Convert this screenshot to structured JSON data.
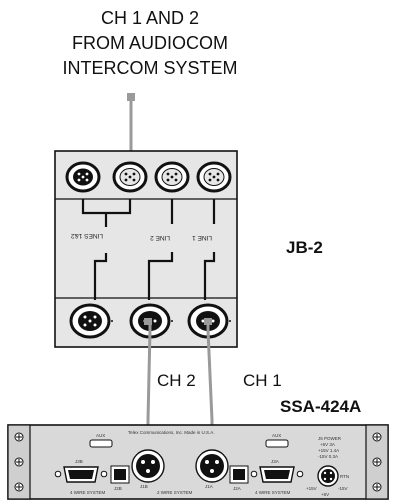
{
  "caption": {
    "line1": "CH 1 AND 2",
    "line2": "FROM AUDIOCOM",
    "line3": "INTERCOM SYSTEM"
  },
  "junction_box": {
    "name": "JB-2",
    "lines": [
      "LINES 1&2",
      "LINE 2",
      "LINE 1"
    ]
  },
  "cables": {
    "left": "CH 2",
    "right": "CH 1"
  },
  "panel": {
    "name": "SSA-424A",
    "manufacturer": "Telex Communications, Inc.    Made in U.S.A.",
    "aux_left": "AUX",
    "aux_right": "AUX",
    "j3b": "J3B",
    "j2b": "J2B",
    "j1b": "J1B",
    "j1a": "J1A",
    "j2a": "J2A",
    "j3a": "J3A",
    "four_wire": "4 WIRE SYSTEM",
    "two_wire": "2 WIRE SYSTEM",
    "power_title": "J5 POWER",
    "power_line1": "+6V  3A",
    "power_line2": "+15V  1.4A",
    "power_line3": "-15V  0.3A",
    "pin_plus15": "+15V",
    "pin_rtn": "RTN",
    "pin_minus15": "-15V",
    "pin_plus6": "+6V"
  },
  "colors": {
    "line": "#111111",
    "cable": "#9a9a9a",
    "box_fill": "#e6e6e6",
    "panel_fill": "#d9d9d9"
  }
}
